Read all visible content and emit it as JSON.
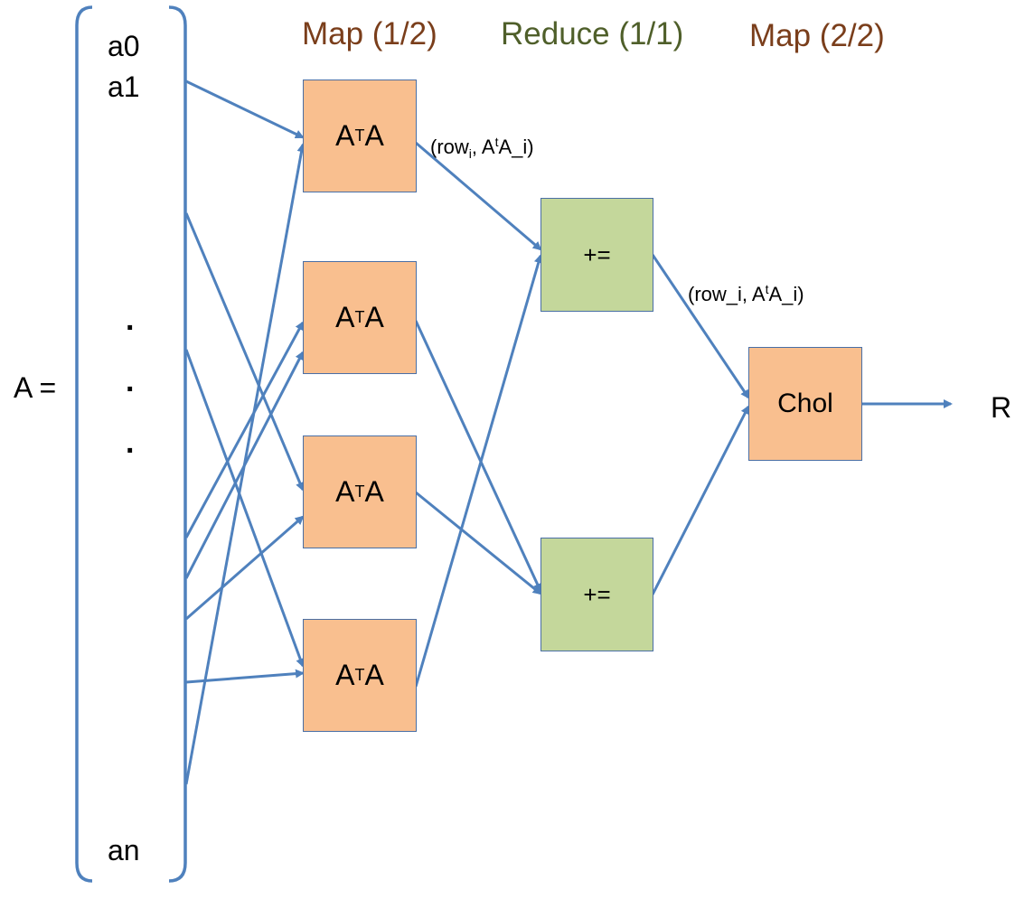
{
  "colors": {
    "map_node_fill": "#f9bf8f",
    "reduce_node_fill": "#c4d79b",
    "node_border": "#4a6fa5",
    "edge": "#4f81bd",
    "map_phase_text": "#7a3e1b",
    "reduce_phase_text": "#4f5f2a"
  },
  "phases": {
    "map1": "Map (1/2)",
    "reduce": "Reduce (1/1)",
    "map2": "Map (2/2)"
  },
  "matrix": {
    "label": "A =",
    "rows": {
      "first": "a0",
      "second": "a1",
      "last": "an"
    },
    "ellipsis": ".",
    "bracket": "matrix-bracket"
  },
  "map_nodes": [
    {
      "base": "A",
      "sup": "T",
      "tail": "A"
    },
    {
      "base": "A",
      "sup": "T",
      "tail": "A"
    },
    {
      "base": "A",
      "sup": "T",
      "tail": "A"
    },
    {
      "base": "A",
      "sup": "T",
      "tail": "A"
    }
  ],
  "reduce_nodes": [
    {
      "label": "+="
    },
    {
      "label": "+="
    }
  ],
  "chol_node": {
    "label": "Chol"
  },
  "output": {
    "label": "R"
  },
  "edge_labels": {
    "map_output": {
      "open": "(row",
      "sub": "i",
      "mid": ", A",
      "sup": "t",
      "tail": "A_i)"
    },
    "reduce_output": {
      "open": "(row_i, A",
      "sup": "t",
      "tail": "A_i)"
    }
  }
}
